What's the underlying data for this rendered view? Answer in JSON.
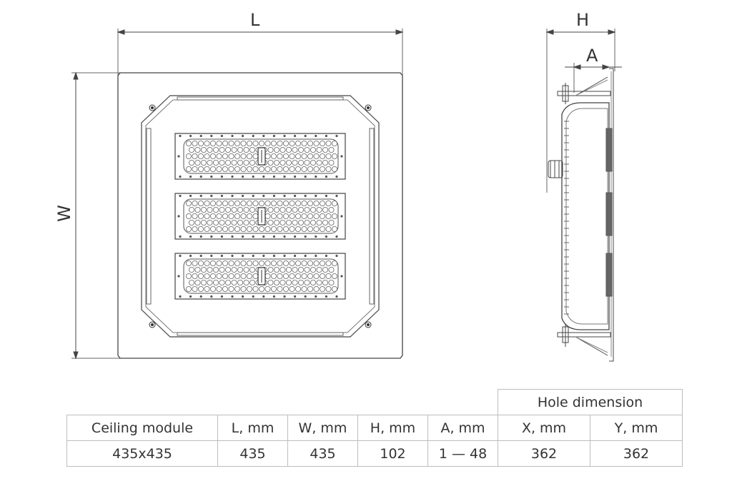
{
  "diagram": {
    "labels": {
      "length": "L",
      "width": "W",
      "height": "H",
      "adjust": "A"
    }
  },
  "table": {
    "group_header": "Hole dimension",
    "columns": [
      "Ceiling module",
      "L, mm",
      "W, mm",
      "H, mm",
      "A, mm",
      "X, mm",
      "Y, mm"
    ],
    "rows": [
      [
        "435x435",
        "435",
        "435",
        "102",
        "1 — 48",
        "362",
        "362"
      ]
    ]
  }
}
